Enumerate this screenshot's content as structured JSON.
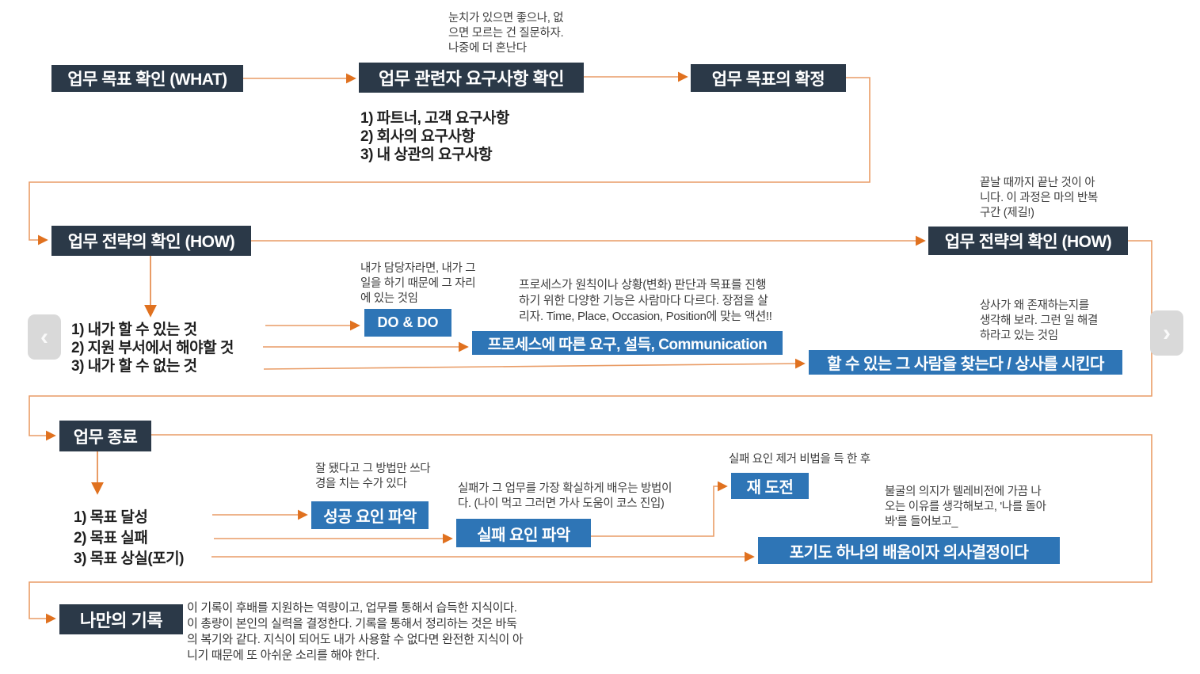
{
  "colors": {
    "node_dark": "#2b3948",
    "node_blue": "#2e75b6",
    "connector_orange": "#e99c66",
    "arrowhead_orange": "#e0711f"
  },
  "nav": {
    "prev_icon": "‹",
    "next_icon": "›"
  },
  "top_row": {
    "goal_check": "업무 목표 확인 (WHAT)",
    "stakeholder_check": "업무 관련자 요구사항 확인",
    "goal_confirm": "업무 목표의 확정",
    "note_ask": "눈치가 있으면 좋으나, 없\n으면 모르는 건 질문하자.\n나중에 더 혼난다",
    "requirements": [
      "1)  파트너, 고객  요구사항",
      "2) 회사의 요구사항",
      "3) 내 상관의 요구사항"
    ]
  },
  "strategy_row": {
    "strategy_left": "업무 전략의 확인 (HOW)",
    "strategy_right": "업무 전략의 확인 (HOW)",
    "note_repeat": "끝날 때까지 끝난 것이 아\n니다. 이 과정은 마의 반복\n구간 (제길!)",
    "options": [
      "1)  내가 할 수 있는 것",
      "2) 지원 부서에서 해야할 것",
      "3) 내가 할 수 없는 것"
    ],
    "note_do": "내가 담당자라면, 내가 그\n일을 하기 때문에 그 자리\n에 있는 것임",
    "action_do": "DO & DO",
    "note_process": "프로세스가 원칙이나 상황(변화) 판단과 목표를 진행\n하기 위한 다양한 기능은 사람마다 다르다. 장점을 살\n리자. Time, Place, Occasion, Position에 맞는 액션!!",
    "action_process": "프로세스에 따른 요구, 설득, Communication",
    "note_boss": "상사가 왜 존재하는지를\n생각해 보라. 그런 일 해결\n하라고 있는 것임",
    "action_delegate": "할 수 있는 그 사람을 찾는다 / 상사를 시킨다"
  },
  "end_row": {
    "end_node": "업무 종료",
    "outcomes": [
      "1)  목표 달성",
      "2) 목표 실패",
      "3) 목표 상실(포기)"
    ],
    "note_success": "잘 됐다고 그 방법만 쓰다\n경을 치는 수가 있다",
    "action_success": "성공 요인 파악",
    "note_failure": "실패가 그 업무를 가장 확실하게 배우는 방법이\n다. (나이 먹고 그러면 가사 도움이 코스 진입)",
    "action_failure": "실패 요인 파악",
    "note_retry": "실패 요인 제거 비법을 득 한 후",
    "action_retry": "재 도전",
    "note_giveup": "불굴의 의지가 텔레비전에 가끔 나\n오는 이유를 생각해보고, '나를 돌아\n봐'를 들어보고_",
    "action_giveup": "포기도 하나의 배움이자 의사결정이다"
  },
  "record_row": {
    "record_node": "나만의 기록",
    "description": "이 기록이 후배를 지원하는 역량이고, 업무를 통해서 습득한 지식이다.\n이 총량이 본인의 실력을 결정한다. 기록을 통해서 정리하는 것은 바둑\n의 복기와 같다. 지식이 되어도 내가 사용할 수 없다면 완전한 지식이 아\n니기 때문에 또 아쉬운 소리를 해야 한다."
  }
}
